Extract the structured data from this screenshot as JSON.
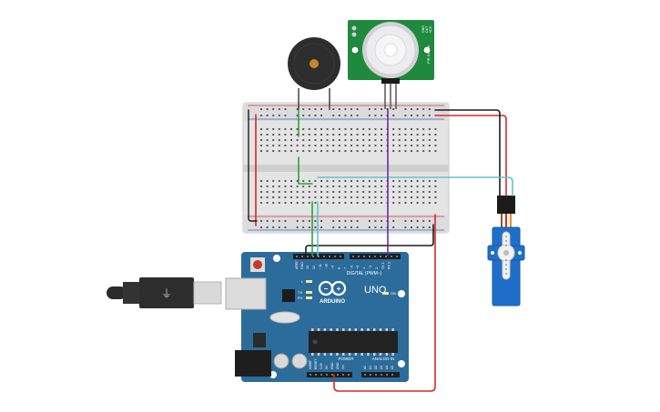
{
  "pir": {
    "pin_labels": [
      "GND",
      "OUT",
      "VCC"
    ],
    "side_text": "PIR Sensor",
    "colors": {
      "board": "#1f8a3e",
      "dome": "#e8e8ea"
    }
  },
  "buzzer": {
    "colors": {
      "body": "#2d2d2d",
      "center": "#c08a2a"
    }
  },
  "breadboard": {
    "colors": {
      "board": "#e3e3e3",
      "rail_red": "#d83a3a",
      "rail_blue": "#3a64c4"
    }
  },
  "arduino": {
    "logo_text": "ARDUINO",
    "model": "UNO",
    "digital_header": "DIGITAL (PWM~)",
    "power_header": "POWER",
    "analog_header": "ANALOG IN",
    "top_pins": [
      "AREF",
      "GND",
      "13",
      "12",
      "~11",
      "~10",
      "~9",
      "8",
      "7",
      "~6",
      "~5",
      "4",
      "~3",
      "2",
      "TX 1",
      "RX 0"
    ],
    "bottom_pins": [
      "IOREF",
      "RESET",
      "3.3V",
      "5V",
      "GND",
      "GND",
      "Vin",
      "A0",
      "A1",
      "A2",
      "A3",
      "A4",
      "A5"
    ],
    "leds": [
      "L",
      "TX",
      "RX"
    ],
    "on_label": "ON",
    "colors": {
      "board": "#2c6c9b",
      "dark": "#1d4f75",
      "chip": "#222222"
    }
  },
  "servo": {
    "colors": {
      "body": "#1f6fc9",
      "horn": "#f2f2f2"
    }
  },
  "wires": {
    "colors": {
      "red": "#d62a2a",
      "black": "#1b1b1b",
      "green": "#2fa33a",
      "purple": "#6a2e9e",
      "teal": "#5ec7c4",
      "white": "#dddddd"
    }
  }
}
